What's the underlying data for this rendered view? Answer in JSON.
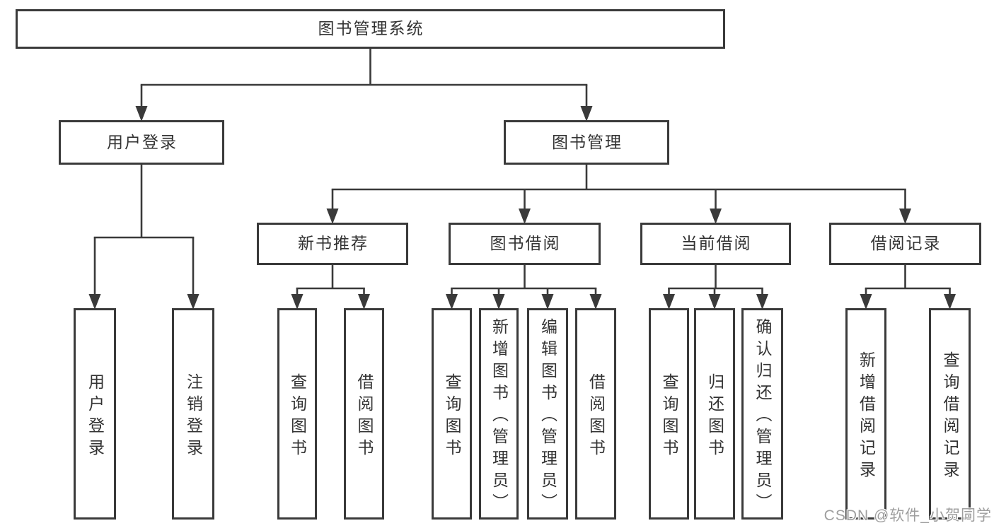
{
  "diagram": {
    "nodes": [
      {
        "id": "root",
        "label": "图书管理系统",
        "orientation": "horizontal"
      },
      {
        "id": "user-login",
        "label": "用户登录",
        "orientation": "horizontal"
      },
      {
        "id": "book-mgmt",
        "label": "图书管理",
        "orientation": "horizontal"
      },
      {
        "id": "new-book-rec",
        "label": "新书推荐",
        "orientation": "horizontal"
      },
      {
        "id": "book-borrow",
        "label": "图书借阅",
        "orientation": "horizontal"
      },
      {
        "id": "current-borrow",
        "label": "当前借阅",
        "orientation": "horizontal"
      },
      {
        "id": "borrow-records",
        "label": "借阅记录",
        "orientation": "horizontal"
      },
      {
        "id": "ul-login",
        "label": "用户登录",
        "orientation": "vertical"
      },
      {
        "id": "ul-logout",
        "label": "注销登录",
        "orientation": "vertical"
      },
      {
        "id": "nbr-query",
        "label": "查询图书",
        "orientation": "vertical"
      },
      {
        "id": "nbr-borrow",
        "label": "借阅图书",
        "orientation": "vertical"
      },
      {
        "id": "bb-query",
        "label": "查询图书",
        "orientation": "vertical"
      },
      {
        "id": "bb-add",
        "label": "新增图书（管理员）",
        "orientation": "vertical"
      },
      {
        "id": "bb-edit",
        "label": "编辑图书（管理员）",
        "orientation": "vertical"
      },
      {
        "id": "bb-borrow",
        "label": "借阅图书",
        "orientation": "vertical"
      },
      {
        "id": "cb-query",
        "label": "查询图书",
        "orientation": "vertical"
      },
      {
        "id": "cb-return",
        "label": "归还图书",
        "orientation": "vertical"
      },
      {
        "id": "cb-confirm",
        "label": "确认归还（管理员）",
        "orientation": "vertical"
      },
      {
        "id": "br-add",
        "label": "新增借阅记录",
        "orientation": "vertical"
      },
      {
        "id": "br-query",
        "label": "查询借阅记录",
        "orientation": "vertical"
      }
    ],
    "edges": [
      {
        "parent": "root",
        "children": [
          "user-login",
          "book-mgmt"
        ]
      },
      {
        "parent": "user-login",
        "children": [
          "ul-login",
          "ul-logout"
        ]
      },
      {
        "parent": "book-mgmt",
        "children": [
          "new-book-rec",
          "book-borrow",
          "current-borrow",
          "borrow-records"
        ]
      },
      {
        "parent": "new-book-rec",
        "children": [
          "nbr-query",
          "nbr-borrow"
        ]
      },
      {
        "parent": "book-borrow",
        "children": [
          "bb-query",
          "bb-add",
          "bb-edit",
          "bb-borrow"
        ]
      },
      {
        "parent": "current-borrow",
        "children": [
          "cb-query",
          "cb-return",
          "cb-confirm"
        ]
      },
      {
        "parent": "borrow-records",
        "children": [
          "br-add",
          "br-query"
        ]
      }
    ]
  },
  "watermark": "CSDN @软件_小贺同学",
  "colors": {
    "line": "#3a3a3a",
    "text": "#333333",
    "watermark": "#9e9e9e",
    "background": "#ffffff"
  }
}
